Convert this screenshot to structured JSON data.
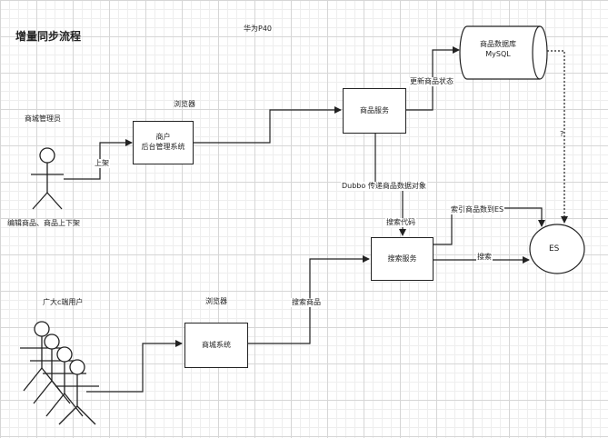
{
  "title": "增量同步流程",
  "source_note": "华为P40",
  "actors": {
    "admin_role": "商城管理员",
    "admin_caption": "编辑商品、商品上下架",
    "users_role": "广大c端用户"
  },
  "browser_labels": {
    "admin": "浏览器",
    "user": "浏览器"
  },
  "nodes": {
    "backend_line1": "商户",
    "backend_line2": "后台管理系统",
    "product_service": "商品服务",
    "database_line1": "商品数据库",
    "database_line2": "MySQL",
    "search_service": "搜索服务",
    "mall_system": "商城系统",
    "es": "ES"
  },
  "edges": {
    "publish": "上架",
    "update_status": "更新商品状态",
    "dubbo": "Dubbo 传递商品数据对象",
    "search_code": "搜索代码",
    "index_to_es": "索引商品数到ES",
    "search": "搜索",
    "search_products": "搜索商品",
    "unknown": "?"
  }
}
